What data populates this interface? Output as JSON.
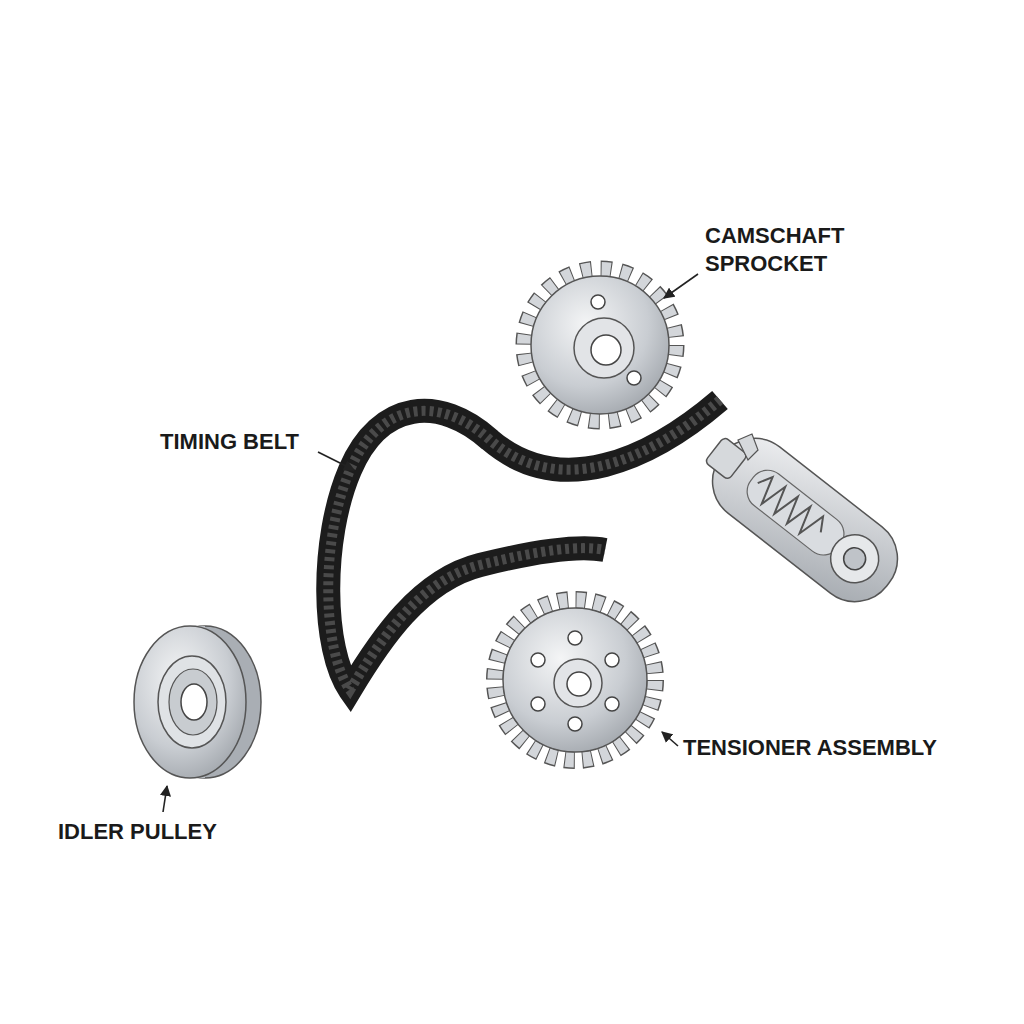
{
  "diagram": {
    "labels": [
      "CAMSCHAFT SPROCKET",
      "TIMING BELT",
      "TENSIONER ASSEMBLY",
      "IDLER PULLEY"
    ]
  }
}
